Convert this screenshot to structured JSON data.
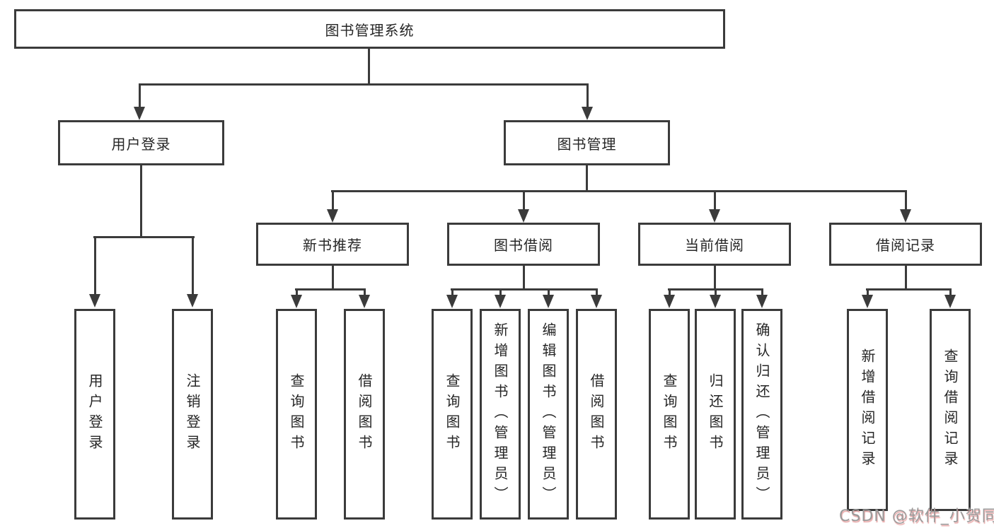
{
  "colors": {
    "line": "#3b3b3b",
    "text": "#262626",
    "background": "#ffffff",
    "watermark": "#9a9a9a"
  },
  "diagram": {
    "title": "图书管理系统",
    "root": {
      "label": "图书管理系统"
    },
    "level2": [
      {
        "label": "用户登录"
      },
      {
        "label": "图书管理"
      }
    ],
    "level3": [
      {
        "label": "新书推荐",
        "parent": "图书管理"
      },
      {
        "label": "图书借阅",
        "parent": "图书管理"
      },
      {
        "label": "当前借阅",
        "parent": "图书管理"
      },
      {
        "label": "借阅记录",
        "parent": "图书管理"
      }
    ],
    "leaves": [
      {
        "label": "用户登录",
        "parent": "用户登录"
      },
      {
        "label": "注销登录",
        "parent": "用户登录"
      },
      {
        "label": "查询图书",
        "parent": "新书推荐"
      },
      {
        "label": "借阅图书",
        "parent": "新书推荐"
      },
      {
        "label": "查询图书",
        "parent": "图书借阅"
      },
      {
        "label": "新增图书（管理员）",
        "parent": "图书借阅"
      },
      {
        "label": "编辑图书（管理员）",
        "parent": "图书借阅"
      },
      {
        "label": "借阅图书",
        "parent": "图书借阅"
      },
      {
        "label": "查询图书",
        "parent": "当前借阅"
      },
      {
        "label": "归还图书",
        "parent": "当前借阅"
      },
      {
        "label": "确认归还（管理员）",
        "parent": "当前借阅"
      },
      {
        "label": "新增借阅记录",
        "parent": "借阅记录"
      },
      {
        "label": "查询借阅记录",
        "parent": "借阅记录"
      }
    ]
  },
  "watermark": {
    "text": "CSDN @软件_小贺同学"
  }
}
